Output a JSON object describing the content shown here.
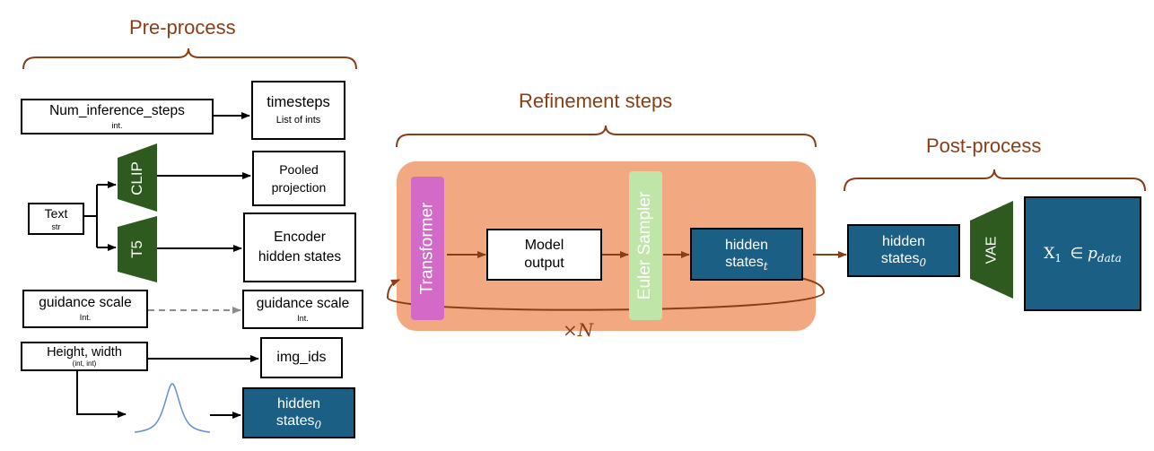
{
  "sections": {
    "preprocess": "Pre-process",
    "refinement": "Refinement steps",
    "postprocess": "Post-process"
  },
  "preprocess": {
    "num_inference_steps": {
      "label": "Num_inference_steps",
      "type": "int."
    },
    "timesteps": {
      "label": "timesteps",
      "type": "List of ints"
    },
    "text": {
      "label": "Text",
      "type": "str"
    },
    "clip": "CLIP",
    "t5": "T5",
    "pooled_projection": {
      "line1": "Pooled",
      "line2": "projection"
    },
    "encoder_hidden_states": {
      "line1": "Encoder",
      "line2": "hidden states"
    },
    "guidance_scale_in": {
      "label": "guidance scale",
      "type": "Int."
    },
    "guidance_scale_out": {
      "label": "guidance scale",
      "type": "Int."
    },
    "height_width": {
      "label": "Height, width",
      "type": "(int, int)"
    },
    "img_ids": "img_ids",
    "hidden_states_0": {
      "line1": "hidden",
      "line2": "states",
      "sub": "0"
    }
  },
  "refinement": {
    "transformer": "Transformer",
    "model_output": {
      "line1": "Model",
      "line2": "output"
    },
    "euler_sampler": "Euler Sampler",
    "hidden_states_t": {
      "line1": "hidden",
      "line2": "states",
      "sub": "t"
    },
    "repeat": "×N"
  },
  "postprocess": {
    "hidden_states_0": {
      "line1": "hidden",
      "line2": "states",
      "sub": "0"
    },
    "vae": "VAE",
    "output": {
      "x": "X",
      "x_sub": "1",
      "in": "∈",
      "p": "p",
      "p_sub": "data"
    }
  },
  "colors": {
    "section_text": "#8a3e16",
    "arrow_brown": "#8a3e16",
    "refinement_background": "#f2a981",
    "transformer": "#d46ac8",
    "euler_sampler": "#bfe6a8",
    "dark_blue": "#1c5f85",
    "dark_green": "#2f5a1f",
    "dashed_arrow": "#8c8c8c",
    "gaussian_curve": "#6a8fcf"
  }
}
